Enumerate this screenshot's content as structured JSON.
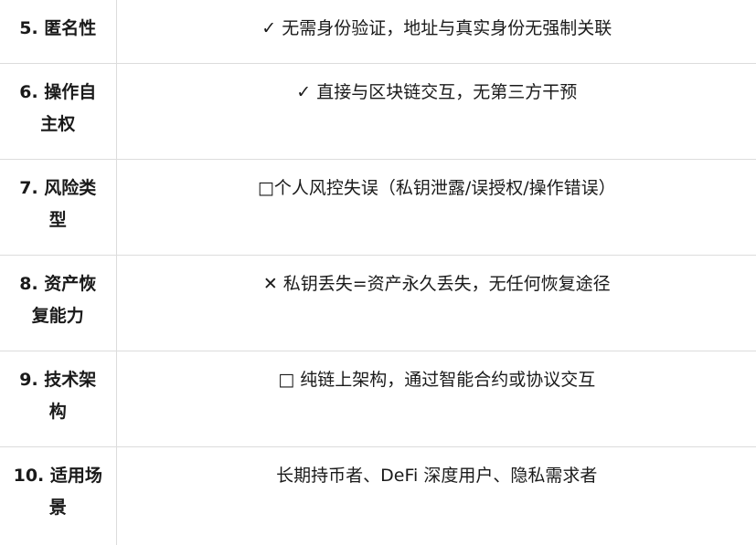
{
  "rows": [
    {
      "label": "5. 匿名性",
      "icon": "check-icon",
      "icon_glyph": "✅",
      "icon_text": "✓",
      "value": "无需身份验证，地址与真实身份无强制关联"
    },
    {
      "label": "6. 操作自主权",
      "icon": "check-icon",
      "icon_text": "✓",
      "value": "直接与区块链交互，无第三方干预"
    },
    {
      "label": "7. 风险类型",
      "icon": "missing-glyph-icon",
      "icon_text": "□",
      "value": "个人风控失误（私钥泄露/误授权/操作错误）"
    },
    {
      "label": "8. 资产恢复能力",
      "icon": "cross-icon",
      "icon_text": "✕",
      "value": "私钥丢失=资产永久丢失，无任何恢复途径"
    },
    {
      "label": "9. 技术架构",
      "icon": "missing-glyph-icon",
      "icon_text": "□",
      "value": "纯链上架构，通过智能合约或协议交互"
    },
    {
      "label": "10. 适用场景",
      "value": "长期持币者、DeFi 深度用户、隐私需求者"
    }
  ]
}
